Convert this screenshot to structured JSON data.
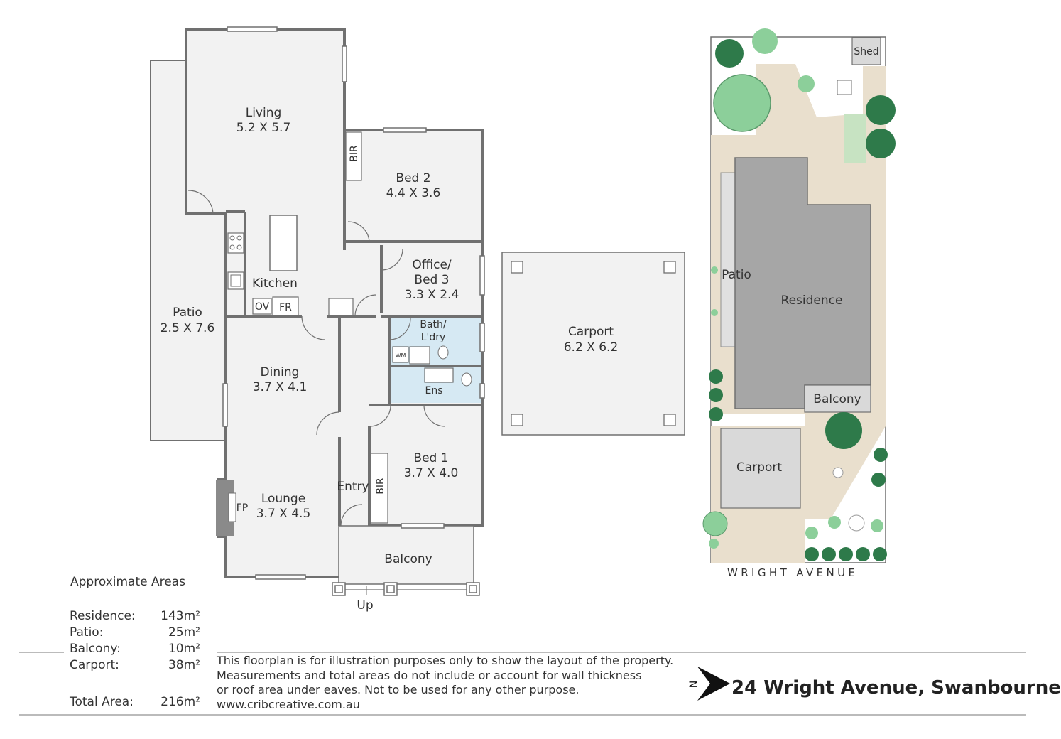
{
  "rooms": {
    "living": {
      "name": "Living",
      "dims": "5.2 X 5.7"
    },
    "bed2": {
      "name": "Bed 2",
      "dims": "4.4 X 3.6"
    },
    "bir2": "BIR",
    "office": {
      "line1": "Office/",
      "line2": "Bed 3",
      "dims": "3.3 X 2.4"
    },
    "kitchen": {
      "name": "Kitchen",
      "ov": "OV",
      "fr": "FR"
    },
    "patio": {
      "name": "Patio",
      "dims": "2.5 X 7.6"
    },
    "bath": {
      "line1": "Bath/",
      "line2": "L'dry",
      "wm": "WM"
    },
    "ens": "Ens",
    "dining": {
      "name": "Dining",
      "dims": "3.7 X 4.1"
    },
    "bed1": {
      "name": "Bed 1",
      "dims": "3.7 X 4.0"
    },
    "bir1": "BIR",
    "entry": "Entry",
    "lounge": {
      "name": "Lounge",
      "dims": "3.7 X 4.5"
    },
    "fp": "FP",
    "balcony": {
      "name": "Balcony"
    },
    "up": "Up",
    "carport": {
      "name": "Carport",
      "dims": "6.2 X 6.2"
    }
  },
  "site": {
    "shed": "Shed",
    "patio": "Patio",
    "residence": "Residence",
    "balcony": "Balcony",
    "carport": "Carport",
    "street": "WRIGHT AVENUE",
    "north": "N"
  },
  "areas": {
    "title": "Approximate Areas",
    "rows": [
      {
        "label": "Residence:",
        "value": "143m²"
      },
      {
        "label": "Patio:",
        "value": "25m²"
      },
      {
        "label": "Balcony:",
        "value": "10m²"
      },
      {
        "label": "Carport:",
        "value": "38m²"
      }
    ],
    "total": {
      "label": "Total Area:",
      "value": "216m²"
    }
  },
  "disclaimer": [
    "This floorplan is for illustration purposes only to show the layout of the property.",
    "Measurements and total areas do not include or account for wall thickness",
    "or roof area under eaves. Not to be used for any other purpose.",
    "www.cribcreative.com.au"
  ],
  "address": "24 Wright Avenue, Swanbourne",
  "colors": {
    "floor": "#f2f2f2",
    "wall": "#707070",
    "tile": "#d6e9f3",
    "site_path": "#e9dfcd",
    "residence_roof": "#a6a6a6",
    "lawn": "#c7e3c2",
    "tree_dark": "#2e7a4a",
    "tree_light": "#8ccf9a"
  }
}
